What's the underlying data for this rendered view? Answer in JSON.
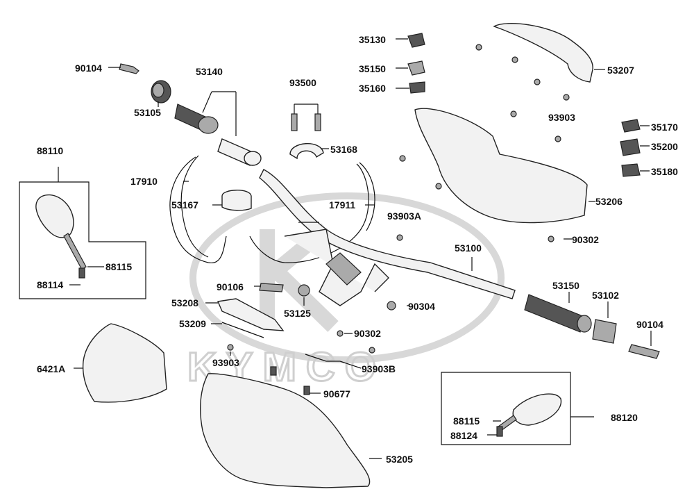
{
  "watermark": {
    "brand_text": "KYMCO"
  },
  "labels": {
    "p35130": "35130",
    "p35150": "35150",
    "p35160": "35160",
    "p53207": "53207",
    "p90104a": "90104",
    "p53140": "53140",
    "p93500": "93500",
    "p53105": "53105",
    "p93903a": "93903",
    "p35170": "35170",
    "p35200": "35200",
    "p35180": "35180",
    "p88110": "88110",
    "p53168": "53168",
    "p17910": "17910",
    "p53167": "53167",
    "p17911": "17911",
    "p93903A": "93903A",
    "p53206": "53206",
    "p90302a": "90302",
    "p53100": "53100",
    "p88115a": "88115",
    "p88114": "88114",
    "p90106": "90106",
    "p53150": "53150",
    "p53102": "53102",
    "p53208": "53208",
    "p53125": "53125",
    "p90304": "90304",
    "p53209": "53209",
    "p90302b": "90302",
    "p90104b": "90104",
    "p93903b": "93903",
    "p93903B": "93903B",
    "p6421A": "6421A",
    "p90677": "90677",
    "p88120": "88120",
    "p88115b": "88115",
    "p88124": "88124",
    "p53205": "53205"
  }
}
